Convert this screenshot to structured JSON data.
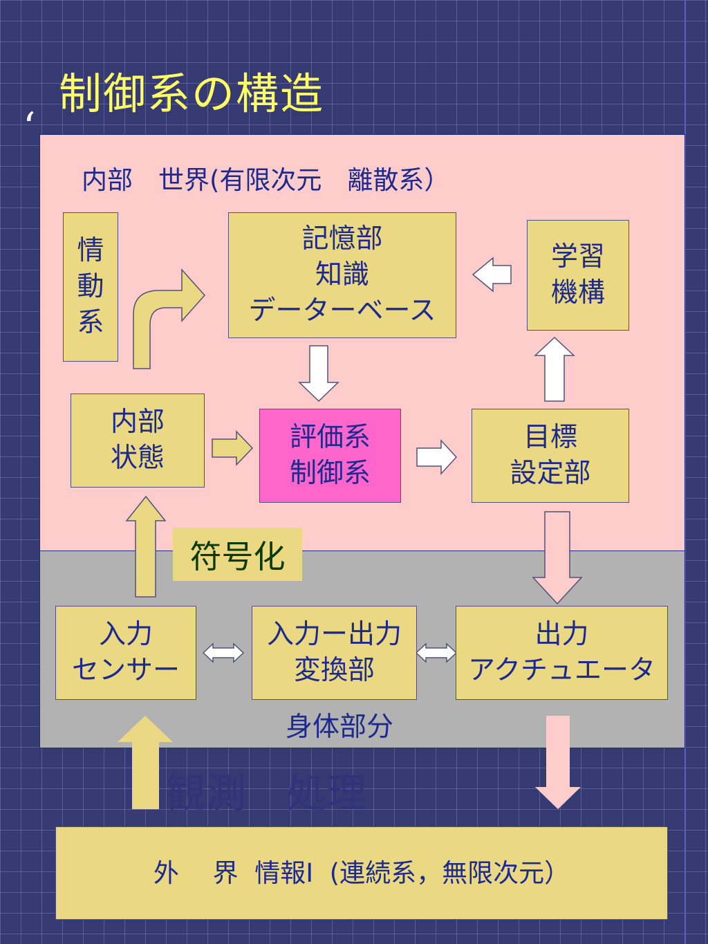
{
  "title": "制御系の構造",
  "quote_mark": "‘",
  "internal_world_label": "内部　世界(有限次元　離散系）",
  "boxes": {
    "emotion": "情\n動\n系",
    "memory": "記憶部\n知識\nデーターベース",
    "learning": "学習\n機構",
    "internal_state": "内部\n状態",
    "evaluation": "評価系\n制御系",
    "goal": "目標\n設定部",
    "sensor": "入力\nセンサー",
    "io_converter": "入力ー出力\n変換部",
    "actuator": "出力\nアクチュエータ"
  },
  "encoding_label": "符号化",
  "body_label": "身体部分",
  "observation_label": "観測　処理",
  "external_world": "外　 界  情報I  (連続系，無限次元）",
  "colors": {
    "background": "#363a72",
    "title": "#ffff66",
    "inner_world": "#ffcccc",
    "body_area": "#b2b2b2",
    "box_fill": "#ebd882",
    "evaluation_fill": "#ff66cc",
    "text": "#1c2a8f"
  }
}
